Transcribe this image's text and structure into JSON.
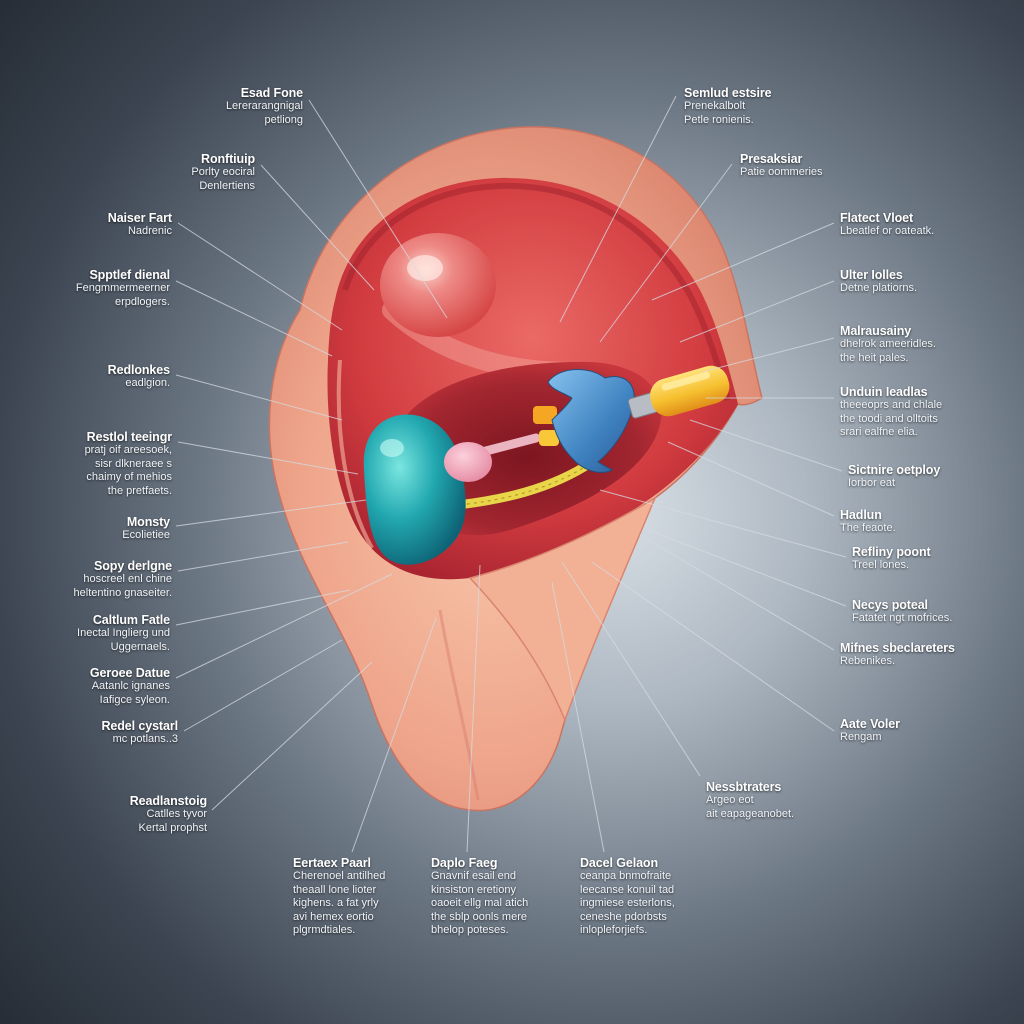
{
  "labels": [
    {
      "title": "Esad Fone",
      "lines": [
        "Lererarangnigal",
        "petliong"
      ]
    },
    {
      "title": "Ronftiuip",
      "lines": [
        "Porlty eociral",
        "Denlertiens"
      ]
    },
    {
      "title": "Naiser Fart",
      "lines": [
        "Nadrenic"
      ]
    },
    {
      "title": "Spptlef dienal",
      "lines": [
        "Fengmmermeerner",
        "erpdlogers."
      ]
    },
    {
      "title": "Redlonkes",
      "lines": [
        "eadlgion."
      ]
    },
    {
      "title": "Restlol teeingr",
      "lines": [
        "pratj oif areesoek,",
        "sisr dlkneraee s",
        "chaimy of mehios",
        "the pretfaets."
      ]
    },
    {
      "title": "Monsty",
      "lines": [
        "Ecolietiee"
      ]
    },
    {
      "title": "Sopy derlgne",
      "lines": [
        "hoscreel enl chine",
        "heltentino gnaseiter."
      ]
    },
    {
      "title": "Caltlum Fatle",
      "lines": [
        "Inectal Inglierg und",
        "Uggernaels."
      ]
    },
    {
      "title": "Geroee Datue",
      "lines": [
        "Aatanlc ignanes",
        "Iafigce syleon."
      ]
    },
    {
      "title": "Redel cystarl",
      "lines": [
        "mc potlans..3"
      ]
    },
    {
      "title": "Readlanstoig",
      "lines": [
        "Catlles tyvor",
        "Kertal prophst"
      ]
    },
    {
      "title": "Eertaex Paarl",
      "lines": [
        "Cherenoel antilhed",
        "theaall lone lioter",
        "kighens. a fat yrly",
        "avi hemex eortio",
        "plgrmdtiales."
      ]
    },
    {
      "title": "Daplo Faeg",
      "lines": [
        "Gnavnif esail end",
        "kinsiston eretiony",
        "oaoeit ellg mal atich",
        "the sblp oonls mere",
        "bhelop poteses."
      ]
    },
    {
      "title": "Dacel Gelaon",
      "lines": [
        "ceanpa bnmofraite",
        "leecanse konuil tad",
        "ingmiese esterlons,",
        "ceneshe pdorbsts",
        "inlopleforjiefs."
      ]
    },
    {
      "title": "Semlud estsire",
      "lines": [
        "Prenekalbolt",
        "Petle ronienis."
      ]
    },
    {
      "title": "Presaksiar",
      "lines": [
        "Patie oommeries"
      ]
    },
    {
      "title": "Flatect Vloet",
      "lines": [
        "Lbeatlef or oateatk."
      ]
    },
    {
      "title": "Ulter Iolles",
      "lines": [
        "Detne platiorns."
      ]
    },
    {
      "title": "Malrausainy",
      "lines": [
        "dhelrok ameeridles.",
        "the heit pales."
      ]
    },
    {
      "title": "Unduin Ieadlas",
      "lines": [
        "theeeoprs and chlale",
        "the toodi and olltoits",
        "srari ealfne elia."
      ]
    },
    {
      "title": "Sictnire oetploy",
      "lines": [
        "Iorbor eat"
      ]
    },
    {
      "title": "Hadlun",
      "lines": [
        "The feaote."
      ]
    },
    {
      "title": "Refliny poont",
      "lines": [
        "Treel lones."
      ]
    },
    {
      "title": "Necys poteal",
      "lines": [
        "Fatatet ngt mofrices."
      ]
    },
    {
      "title": "Mifnes sbeclareters",
      "lines": [
        "Rebenikes."
      ]
    },
    {
      "title": "Aate Voler",
      "lines": [
        "Rengam"
      ]
    },
    {
      "title": "Nessbtraters",
      "lines": [
        "Argeo eot",
        "ait eapageanobet."
      ]
    }
  ],
  "colors": {
    "label_text": "#ffffff",
    "leader_line": "#d6dbe2",
    "skin": "#eea48a",
    "inner_red": "#d23c40",
    "teal": "#22a8b0",
    "blue": "#3f82c0",
    "yellow": "#f6c030",
    "pink": "#f4a6b8"
  }
}
